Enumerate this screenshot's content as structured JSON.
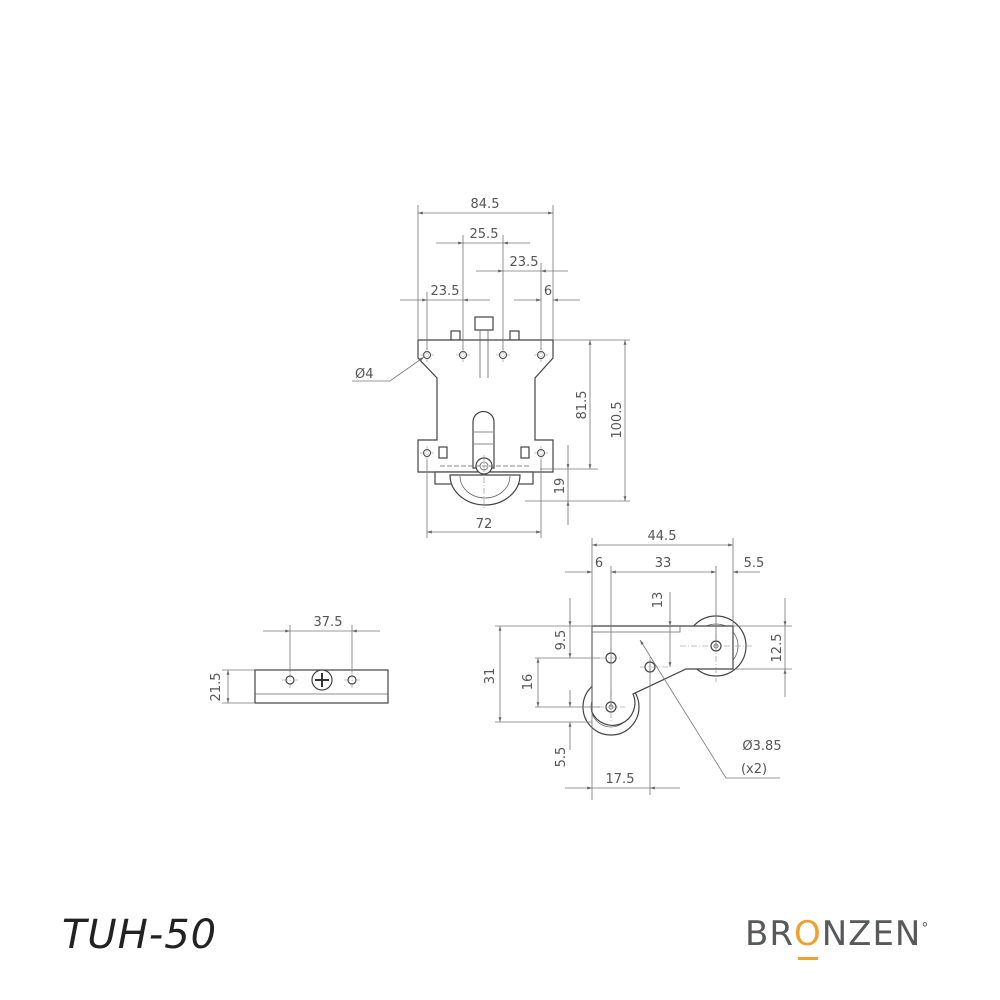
{
  "model": "TUH-50",
  "brand": {
    "pre": "BR",
    "o": "O",
    "post": "NZEN",
    "mark": "°",
    "text_color": "#58595b",
    "accent": "#f0a030"
  },
  "front_view": {
    "width_total": "84.5",
    "hole_spacing_center": "25.5",
    "hole_spacing_right": "23.5",
    "hole_spacing_left": "23.5",
    "edge_offset": "6",
    "hole_diameter": "Ø4",
    "height_plate": "81.5",
    "height_total": "100.5",
    "wheel_protrusion": "19",
    "bottom_width": "72"
  },
  "side_view": {
    "length_total": "44.5",
    "offset_left": "6",
    "axle_spacing": "33",
    "offset_right": "5.5",
    "vertical_13": "13",
    "wheel_height": "12.5",
    "height_total": "31",
    "vertical_16": "16",
    "vertical_9_5": "9.5",
    "vertical_5_5": "5.5",
    "horizontal_17_5": "17.5",
    "hole_diameter": "Ø3.85",
    "hole_count": "(x2)"
  },
  "top_view": {
    "hole_spacing": "37.5",
    "height": "21.5"
  }
}
